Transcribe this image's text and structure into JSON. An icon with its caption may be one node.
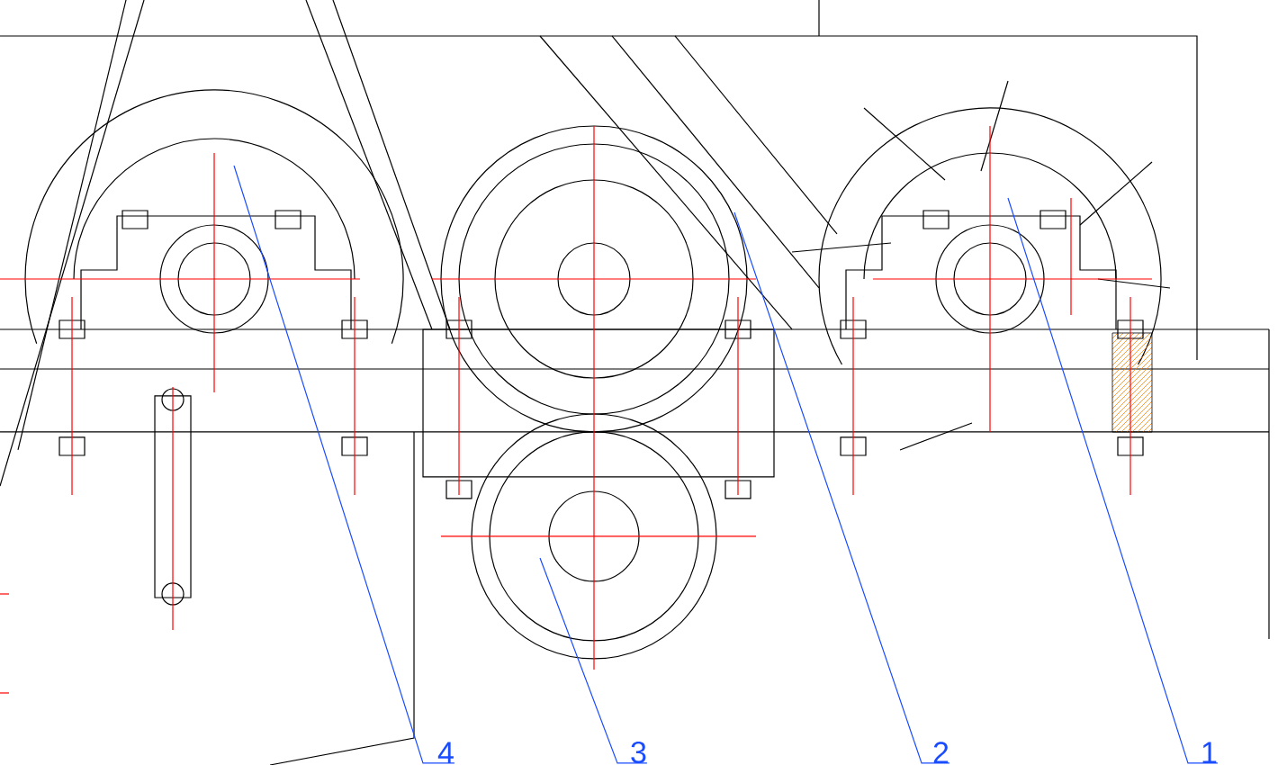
{
  "diagram": {
    "nodes": [
      {
        "text": [
          "4"
        ]
      },
      {
        "text": [
          "3"
        ]
      },
      {
        "text": [
          "2"
        ]
      },
      {
        "text": [
          "1"
        ]
      }
    ],
    "edges": [
      {
        "from": 0,
        "to": null,
        "arrow": "none"
      },
      {
        "from": 1,
        "to": null,
        "arrow": "none"
      },
      {
        "from": 2,
        "to": null,
        "arrow": "none"
      },
      {
        "from": 3,
        "to": null,
        "arrow": "none"
      }
    ]
  }
}
